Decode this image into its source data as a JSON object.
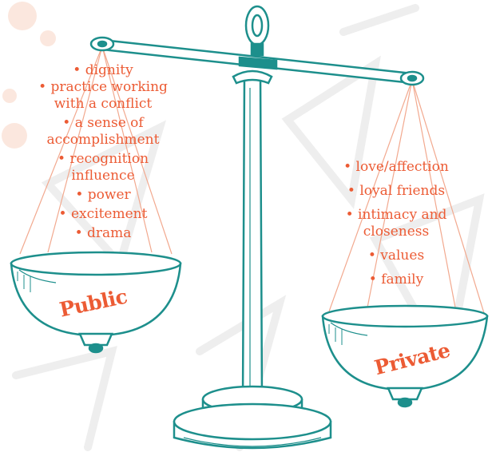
{
  "left_pan": {
    "label": "Public",
    "items": [
      "• dignity",
      "• practice working",
      "with a conflict",
      "• a sense of",
      "accomplishment",
      "• recognition",
      "influence",
      "• power",
      "• excitement",
      "• drama"
    ]
  },
  "right_pan": {
    "label": "Private",
    "items": [
      "• love/affection",
      "• loyal friends",
      "• intimacy and",
      "closeness",
      "• values",
      "• family"
    ]
  },
  "colors": {
    "line": "#1d8f8c",
    "text": "#ec5b34",
    "chain": "#f2a98f",
    "background_art": "#eeeeee",
    "blob": "#fbe2d6"
  }
}
